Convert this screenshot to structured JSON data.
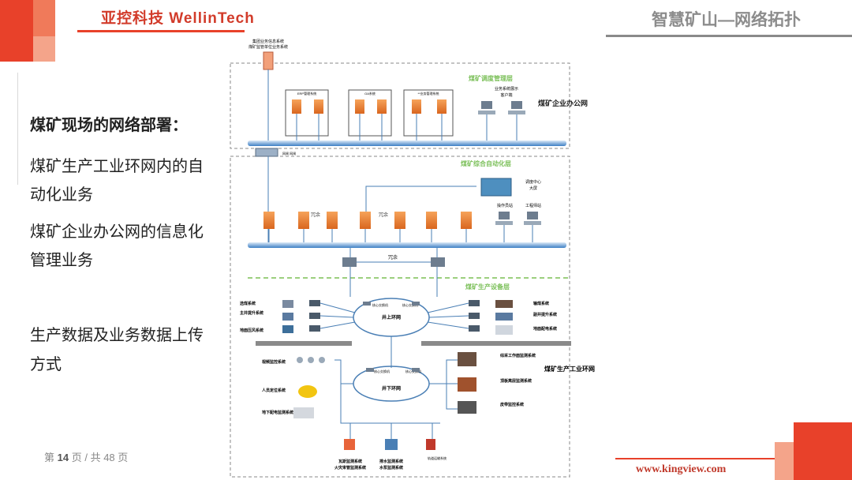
{
  "header": {
    "logo_text": "亚控科技 WellinTech",
    "title": "智慧矿山—网络拓扑"
  },
  "left_panel": {
    "heading": "煤矿现场的网络部署：",
    "item1_line1": "煤矿生产工业环网内的自",
    "item1_line2": "动化业务",
    "item2_line1": "煤矿企业办公网的信息化",
    "item2_line2": "管理业务",
    "item3_line1": "生产数据及业务数据上传",
    "item3_line2": "方式"
  },
  "footer": {
    "page_prefix": "第",
    "page_current": "14",
    "page_mid": "页 / 共",
    "page_total": "48",
    "page_suffix": "页",
    "website": "www.kingview.com"
  },
  "diagram": {
    "group_system": "集团业务信息系统",
    "mine_supervision": "煤矿监管单位业务系统",
    "layer_dispatch": "煤矿调度管理层",
    "layer_automation": "煤矿综合自动化层",
    "layer_production": "煤矿生产设备层",
    "office_network": "煤矿企业办公网",
    "industrial_network": "煤矿生产工业环网",
    "erp": "ERP管理系统",
    "oa": "OA系统",
    "other_biz": "**业务管理系统",
    "biz_display": "业务系统展示",
    "client": "客户端",
    "gateway": "网闸 网闸",
    "dispatch_center": "调度中心",
    "big_screen": "大屏",
    "operator_station": "操作员站",
    "engineer_station": "工程师站",
    "redundant": "冗余",
    "above_ground_ring": "井上环网",
    "below_ground_ring": "井下环网",
    "core_switch": "核心交换机",
    "coal_selection": "选煤系统",
    "main_hoist": "主井提升系统",
    "ground_pressure": "地面压风系统",
    "conveyor": "输煤系统",
    "aux_hoist": "副井提升系统",
    "ground_power": "地面配电系统",
    "video_monitor": "视频监控系统",
    "personnel_loc": "人员定位系统",
    "underground_power": "地下配电监测系统",
    "working_face": "综采工作面监测系统",
    "roof_pressure": "顶板离层监测系统",
    "belt_monitor": "皮带监控系统",
    "gas_monitor": "瓦斯监测系统",
    "fire_monitor": "火灾束管监测系统",
    "drain_monitor": "排水监测系统",
    "water_monitor": "水泵监测系统",
    "emergency": "轨道运输系统"
  }
}
